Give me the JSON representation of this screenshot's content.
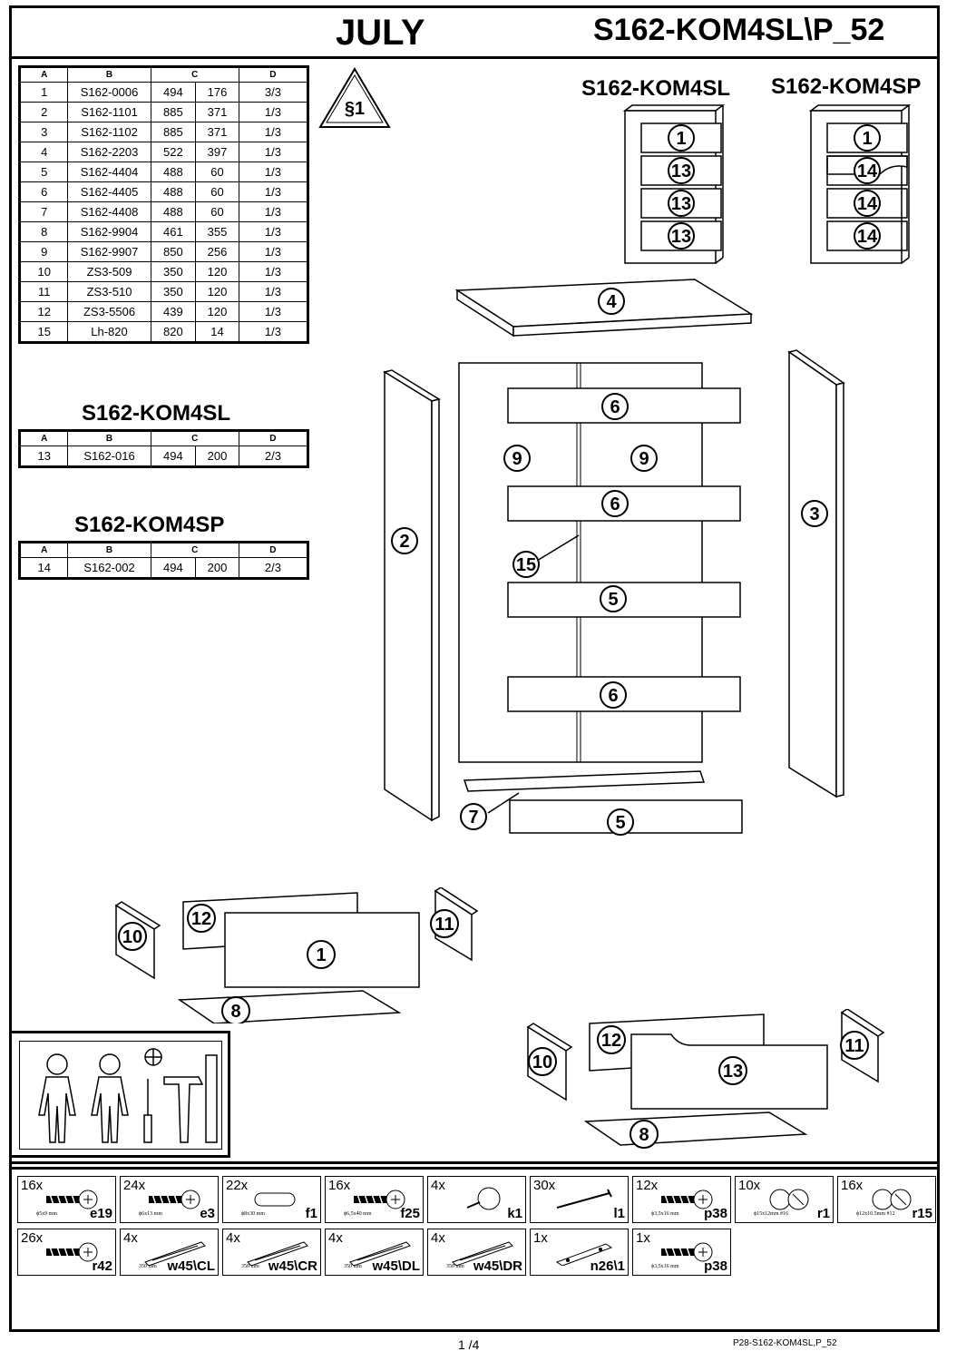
{
  "header": {
    "product_name": "JULY",
    "document_code": "S162-KOM4SL\\P_52"
  },
  "symbol_label": "§1",
  "variants": {
    "left": {
      "title": "S162-KOM4SL",
      "drawers": [
        "1",
        "13",
        "13",
        "13"
      ]
    },
    "right": {
      "title": "S162-KOM4SP",
      "drawers": [
        "1",
        "14",
        "14",
        "14"
      ]
    }
  },
  "parts_table": {
    "headers": [
      "A",
      "B",
      "C",
      "D"
    ],
    "rows": [
      [
        "1",
        "S162-0006",
        "494",
        "176",
        "3/3"
      ],
      [
        "2",
        "S162-1101",
        "885",
        "371",
        "1/3"
      ],
      [
        "3",
        "S162-1102",
        "885",
        "371",
        "1/3"
      ],
      [
        "4",
        "S162-2203",
        "522",
        "397",
        "1/3"
      ],
      [
        "5",
        "S162-4404",
        "488",
        "60",
        "1/3"
      ],
      [
        "6",
        "S162-4405",
        "488",
        "60",
        "1/3"
      ],
      [
        "7",
        "S162-4408",
        "488",
        "60",
        "1/3"
      ],
      [
        "8",
        "S162-9904",
        "461",
        "355",
        "1/3"
      ],
      [
        "9",
        "S162-9907",
        "850",
        "256",
        "1/3"
      ],
      [
        "10",
        "ZS3-509",
        "350",
        "120",
        "1/3"
      ],
      [
        "11",
        "ZS3-510",
        "350",
        "120",
        "1/3"
      ],
      [
        "12",
        "ZS3-5506",
        "439",
        "120",
        "1/3"
      ],
      [
        "15",
        "Lh-820",
        "820",
        "14",
        "1/3"
      ]
    ]
  },
  "variant_tables": [
    {
      "title": "S162-KOM4SL",
      "headers": [
        "A",
        "B",
        "C",
        "D"
      ],
      "row": [
        "13",
        "S162-016",
        "494",
        "200",
        "2/3"
      ]
    },
    {
      "title": "S162-KOM4SP",
      "headers": [
        "A",
        "B",
        "C",
        "D"
      ],
      "row": [
        "14",
        "S162-002",
        "494",
        "200",
        "2/3"
      ]
    }
  ],
  "exploded_view_labels": [
    "4",
    "6",
    "9",
    "9",
    "6",
    "15",
    "5",
    "6",
    "2",
    "3",
    "7",
    "5"
  ],
  "drawer_left_labels": [
    "10",
    "12",
    "1",
    "11",
    "8"
  ],
  "drawer_right_labels": [
    "10",
    "12",
    "13",
    "11",
    "8"
  ],
  "hardware": [
    {
      "qty": "16x",
      "code": "e19",
      "dim": "ϕ5x9 mm",
      "icon": "cam-lock-icon"
    },
    {
      "qty": "24x",
      "code": "e3",
      "dim": "ϕ6x13 mm",
      "icon": "euro-screw-icon"
    },
    {
      "qty": "22x",
      "code": "f1",
      "dim": "ϕ8x30 mm",
      "icon": "dowel-icon"
    },
    {
      "qty": "16x",
      "code": "f25",
      "dim": "ϕ6,5x40 mm",
      "icon": "confirmat-bolt-icon"
    },
    {
      "qty": "4x",
      "code": "k1",
      "dim": "",
      "icon": "glide-foot-icon"
    },
    {
      "qty": "30x",
      "code": "l1",
      "dim": "",
      "icon": "nail-icon"
    },
    {
      "qty": "12x",
      "code": "p38",
      "dim": "ϕ3,5x16 mm",
      "icon": "wood-screw-icon"
    },
    {
      "qty": "10x",
      "code": "r1",
      "dim": "ϕ15x12mm  #16",
      "icon": "cam-housing-icon"
    },
    {
      "qty": "16x",
      "code": "r15",
      "dim": "ϕ12x10.5mm  #12",
      "icon": "cam-housing-small-icon"
    },
    {
      "qty": "26x",
      "code": "r42",
      "dim": "",
      "icon": "cam-bolt-icon"
    },
    {
      "qty": "4x",
      "code": "w45\\CL",
      "dim": "350 mm",
      "icon": "drawer-runner-icon"
    },
    {
      "qty": "4x",
      "code": "w45\\CR",
      "dim": "350 mm",
      "icon": "drawer-runner-icon"
    },
    {
      "qty": "4x",
      "code": "w45\\DL",
      "dim": "350 mm",
      "icon": "drawer-runner-icon"
    },
    {
      "qty": "4x",
      "code": "w45\\DR",
      "dim": "350 mm",
      "icon": "drawer-runner-icon"
    },
    {
      "qty": "1x",
      "code": "n26\\1",
      "dim": "",
      "icon": "wall-bracket-icon"
    },
    {
      "qty": "1x",
      "code": "p38",
      "dim": "ϕ3,5x16 mm",
      "icon": "wood-screw-icon"
    }
  ],
  "footer": {
    "page": "1 /4",
    "code": "P28-S162-KOM4SL,P_52"
  }
}
